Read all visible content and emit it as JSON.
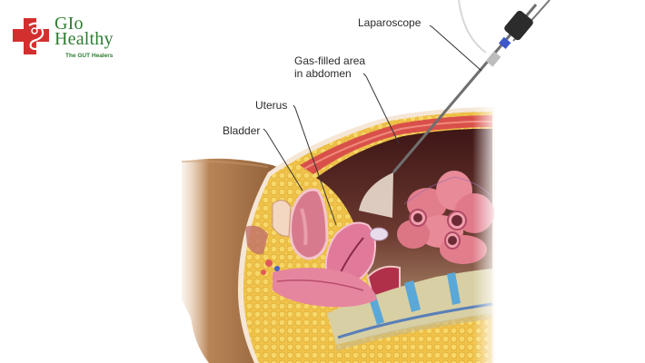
{
  "logo": {
    "name_line1": "GIo",
    "name_line2": "Healthy",
    "tagline": "The GUT Healers",
    "colors": {
      "cross": "#d32f2f",
      "text": "#2e7d32"
    }
  },
  "diagram": {
    "title": "Laparoscopy illustration",
    "labels": [
      {
        "text": "Laparoscope"
      },
      {
        "text": "Gas-filled area"
      },
      {
        "text": "in abdomen"
      },
      {
        "text": "Uterus"
      },
      {
        "text": "Bladder"
      }
    ],
    "colors": {
      "skin": "#a8744a",
      "fat": "#f2c94c",
      "muscle": "#d9504a",
      "cavity": "#4a1e1e",
      "organ_pink": "#e27a96",
      "intestine": "#e58a94",
      "spine": "#d7cfa8",
      "disc": "#5aa8d8",
      "instrument": "#555555"
    }
  }
}
